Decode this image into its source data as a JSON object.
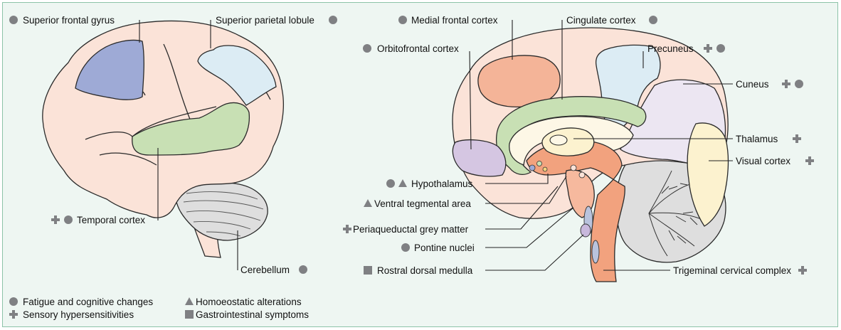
{
  "diagram": {
    "lateral_labels": {
      "superior_frontal_gyrus": "Superior frontal gyrus",
      "superior_parietal_lobule": "Superior parietal lobule",
      "temporal_cortex": "Temporal cortex",
      "cerebellum": "Cerebellum"
    },
    "sagittal_labels": {
      "medial_frontal_cortex": "Medial frontal cortex",
      "cingulate_cortex": "Cingulate cortex",
      "orbitofrontal_cortex": "Orbitofrontal cortex",
      "precuneus": "Precuneus",
      "cuneus": "Cuneus",
      "thalamus": "Thalamus",
      "visual_cortex": "Visual cortex",
      "hypothalamus": "Hypothalamus",
      "ventral_tegmental_area": "Ventral tegmental area",
      "periaqueductal_grey_matter": "Periaqueductal grey matter",
      "pontine_nuclei": "Pontine nuclei",
      "rostral_dorsal_medulla": "Rostral dorsal medulla",
      "trigeminal_cervical_complex": "Trigeminal cervical complex"
    },
    "legend": {
      "circle": "Fatigue and cognitive changes",
      "triangle": "Homoeostatic alterations",
      "plus": "Sensory hypersensitivities",
      "square": "Gastrointestinal symptoms"
    },
    "colors": {
      "border": "#8cc3a8",
      "background": "#eef6f2",
      "cortex": "#fbe3d8",
      "frontal_blue": "#9eaad6",
      "parietal_blue": "#dcecf4",
      "temporal_green": "#c8e0b4",
      "cerebellum": "#dedede",
      "orange": "#f2a27e",
      "purple": "#d5c6e2",
      "yellow": "#fcf2cf",
      "marker": "#7f8083"
    }
  }
}
